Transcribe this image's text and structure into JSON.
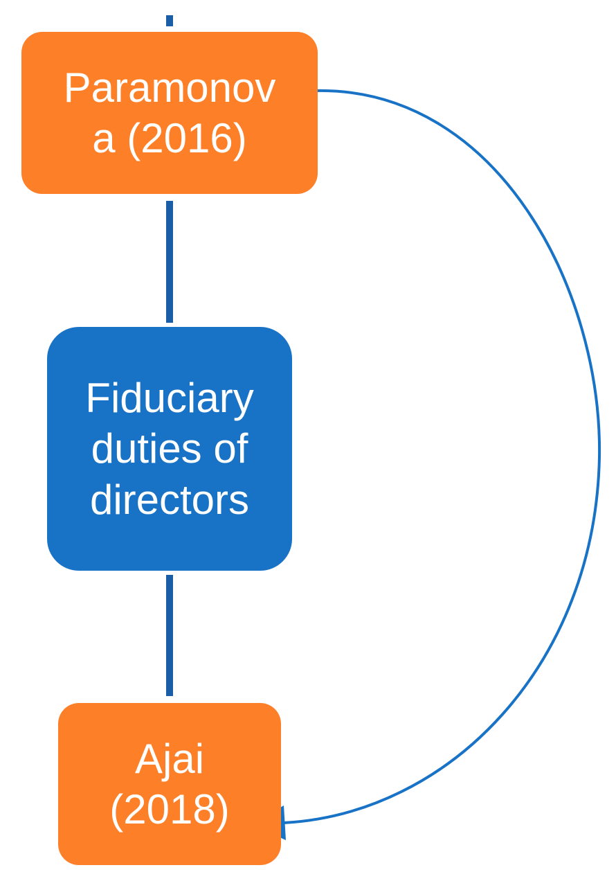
{
  "colors": {
    "orange": "#fd7f28",
    "blue": "#1872c6",
    "connector": "#1a5ea8",
    "arrow": "#1872c6"
  },
  "nodes": {
    "top": {
      "lines": [
        "Paramonov",
        "a (2016)"
      ]
    },
    "middle": {
      "lines": [
        "Fiduciary",
        "duties of",
        "directors"
      ]
    },
    "bottom": {
      "lines": [
        "Ajai",
        "(2018)"
      ]
    }
  }
}
